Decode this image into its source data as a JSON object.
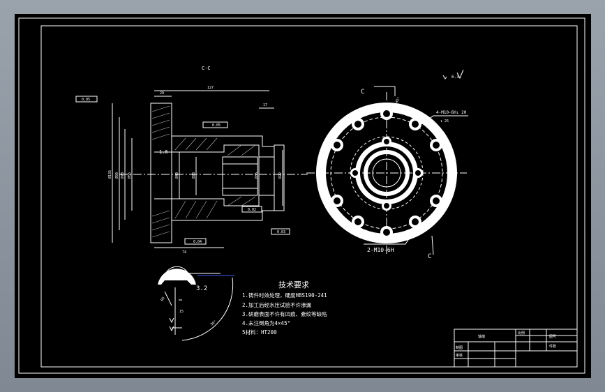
{
  "view_label": "C-C",
  "roughness_mark": "6.3",
  "section_letters": [
    "C",
    "C"
  ],
  "left_dims": {
    "top_total": "127",
    "top_small": "29",
    "top_right": "17",
    "bottom_total": "74",
    "flange_left": "1.6",
    "dia_outer": "Ø135",
    "dia_b": "Ø90",
    "dia_c": "Ø70",
    "dia_d": "Ø55",
    "dia_e": "Ø40",
    "dia_f": "Ø28",
    "dia_g": "Ø35",
    "dia_h": "Ø22",
    "fcf_top": "0.05",
    "fcf_mid": "0.02",
    "fcf_bottom": "0.04",
    "fcf_right": "0.03",
    "fcf_left": "0.05"
  },
  "right_dims": {
    "thread_a": "4-M10-6H↓ 20",
    "thread_a_sub": "↧ 25",
    "thread_b": "2-M10-6H",
    "angle": "45°"
  },
  "detail_dims": {
    "r": "3.2",
    "a": "R5",
    "b": "30°",
    "c": "15"
  },
  "tech": {
    "title": "技术要求",
    "items": [
      "1.铸件时效处理，硬度HBS190-241",
      "2.加工后经水压试验不许渗漏",
      "3.研磨表面不许有凹痕、紊纹等缺陷",
      "4.未注倒角为4×45°",
      "5材料：HT200"
    ]
  },
  "title_block": {
    "cell_a": "轴端",
    "cell_b": "比例",
    "cell_c": "图号",
    "cell_d": "件数",
    "cell_e": "制图",
    "cell_f": "审核"
  }
}
